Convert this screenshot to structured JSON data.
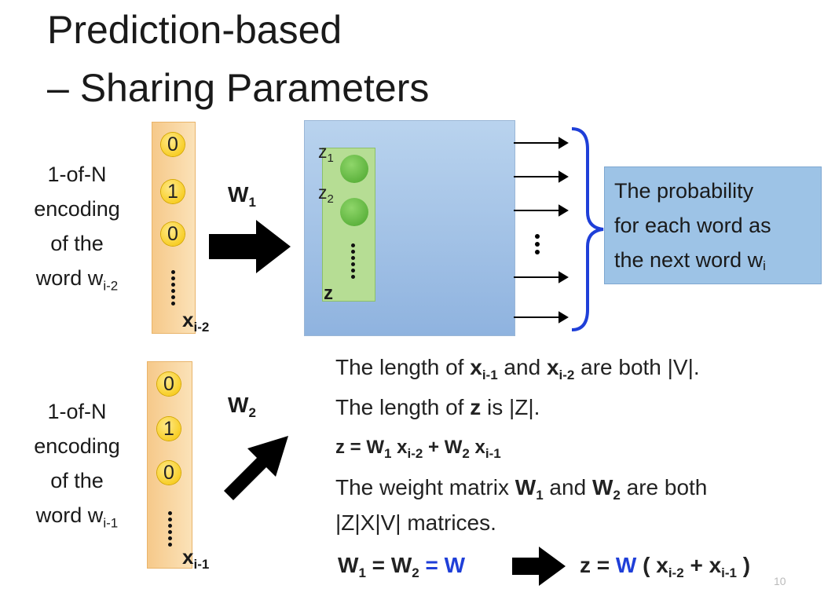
{
  "title": {
    "line1": "Prediction-based",
    "line2": "– Sharing Parameters"
  },
  "input_top": {
    "label_lines": [
      "1-of-N",
      "encoding",
      "of the",
      "word w"
    ],
    "label_sub": "i-2",
    "bits": [
      "0",
      "1",
      "0"
    ],
    "vector_name": "x",
    "vector_sub": "i-2"
  },
  "input_bottom": {
    "label_lines": [
      "1-of-N",
      "encoding",
      "of the",
      "word w"
    ],
    "label_sub": "i-1",
    "bits": [
      "0",
      "1",
      "0"
    ],
    "vector_name": "x",
    "vector_sub": "i-1"
  },
  "weights": {
    "w1": "W",
    "w1_sub": "1",
    "w2": "W",
    "w2_sub": "2"
  },
  "hidden": {
    "z1": "z",
    "z1_sub": "1",
    "z2": "z",
    "z2_sub": "2",
    "z": "z"
  },
  "output_box": {
    "line1": "The probability",
    "line2": "for each word as",
    "line3": "the next word w",
    "line3_sub": "i"
  },
  "notes": {
    "n1_a": "The length of ",
    "n1_x": "x",
    "n1_x_sub": "i-1",
    "n1_b": " and ",
    "n1_x2": "x",
    "n1_x2_sub": "i-2",
    "n1_c": " are both |V|.",
    "n2_a": "The length of ",
    "n2_z": "z",
    "n2_b": " is |Z|.",
    "eq": "z = W",
    "eq_w1_sub": "1",
    "eq_x": " x",
    "eq_x_sub": "i-2",
    "eq_plus": " + W",
    "eq_w2_sub": "2",
    "eq_x2": " x",
    "eq_x2_sub": "i-1",
    "n4_a": "The weight matrix ",
    "n4_w1": "W",
    "n4_w1_sub": "1",
    "n4_b": " and ",
    "n4_w2": "W",
    "n4_w2_sub": "2",
    "n4_c": " are both",
    "n5": "|Z|X|V| matrices."
  },
  "bottom_eq": {
    "left_a": "W",
    "left_a_sub": "1",
    "left_eq": " = W",
    "left_b_sub": "2",
    "left_w": " = W",
    "right_z": "z = ",
    "right_w": "W",
    "right_paren": " ( x",
    "right_x1_sub": "i-2",
    "right_plus": " + x",
    "right_x2_sub": "i-1",
    "right_close": " )"
  },
  "page_number": "10"
}
